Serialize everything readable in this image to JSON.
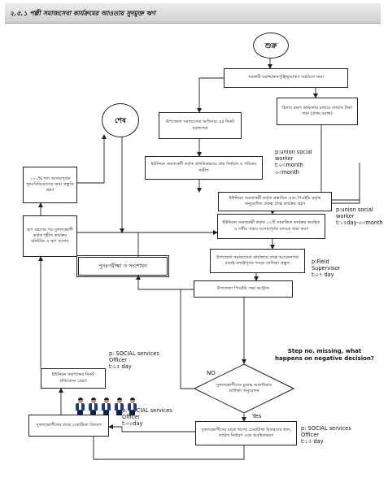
{
  "header": {
    "title": "২.৫.১ পল্লী সমাজসেবা কার্যক্রমের আওতায় সুদমুক্ত ঋণ"
  },
  "nodes": {
    "start": "শুরু",
    "end": "শেষ",
    "n1": "সরকারী বরাদ্দ/ক্রমপুঞ্জিভূত/ঋণ তহবিলে জমা",
    "n2": "উপজেলা সমাজসেবা অফিসার এর নিকট বরাদ্দপত্র",
    "n3": "হিসাব রক্ষণ কর্মকর্তার মাধ্যমে ব্যাংকে টাকা জমা (প্রথম বরাদ্দ)",
    "n4": "ইউনিয়ন সমাজকর্মী কর্তৃক প্রাথমিকভাবে গ্রাম নির্বাচন ও পরিবার জরীপ",
    "n5": "ইউনিয়ন সমাজকর্মী কর্তৃক প্রস্তাবিত এবং পিএইচি কর্তৃক অনুমোদিত প্রকল্প প্রাপ্ত কার্যক্রম গ্রহণ",
    "n6": "ইউনিয়ন সমাজকর্মী কর্তৃক ১২টি সামাজিক কার্যক্রম অবহিত ও দলীয় সঞ্চয় আদায়পূর্বক ব্যাংকে জমা করণ",
    "n7": "উপজেলা সমাজসেবা কার্যালয়ে প্রাপ্ত আবেদনপত্র যাচাই-বাছাইপূর্বক খসড়া তালিকা প্রস্তুত",
    "n8": "উপজেলা পিএইচি সভা আহ্বান",
    "n9": "পুনঃপরীক্ষা ও সংশোধন",
    "n10": "সুফলভোগীদের চূড়ান্ত অগ্রাধিকার তালিকা অনুমোদন",
    "n11": "সুফলভোগীদের মাঝে ঋণের চেক/টাকা বিতরণের স্থান, তারিখ নির্ধারণ এবং অবহিতকরণ",
    "n12": "সুফলভোগীদের মাঝে চেক/টাকা বিতরণ",
    "n13": "ইউনিয়ন কর্তৃপক্ষের নিকট প্রতিবেদন প্রেরণ",
    "n14": "ঋণ গ্রহণের পর সুফলভোগী কর্তৃক গৃহীত কার্যক্রম মনিটরিং ও ঋণ আদায়",
    "n15": "১০০% ঋণ আদায়পূর্বক পুনঃবিনিয়োগের জন্য প্রস্তুতি গ্রহণ"
  },
  "notes": {
    "note1": "p:union social\nworker\nt:০৩month\n০৩month",
    "note2": "p:union social\nworker\nt:১৫day-০৩month",
    "note3": "p:Field\nSupervisor\nt:০৭ day",
    "note4": "p: SOCIAL services\nOfficer\nt:০৫ day",
    "note5": "p: SOCIAL services\nOfficer\nt:৩০day",
    "note6": "p: SOCIAL services\nOfficer\nt:১৫ day"
  },
  "annotation": "Step no. missing, what happens on negative decision?",
  "labels": {
    "no": "NO",
    "yes": "Yes"
  },
  "colors": {
    "header_bg": "#d6d6d6",
    "outline": "#222222",
    "people_suit": "#1f3a88"
  }
}
